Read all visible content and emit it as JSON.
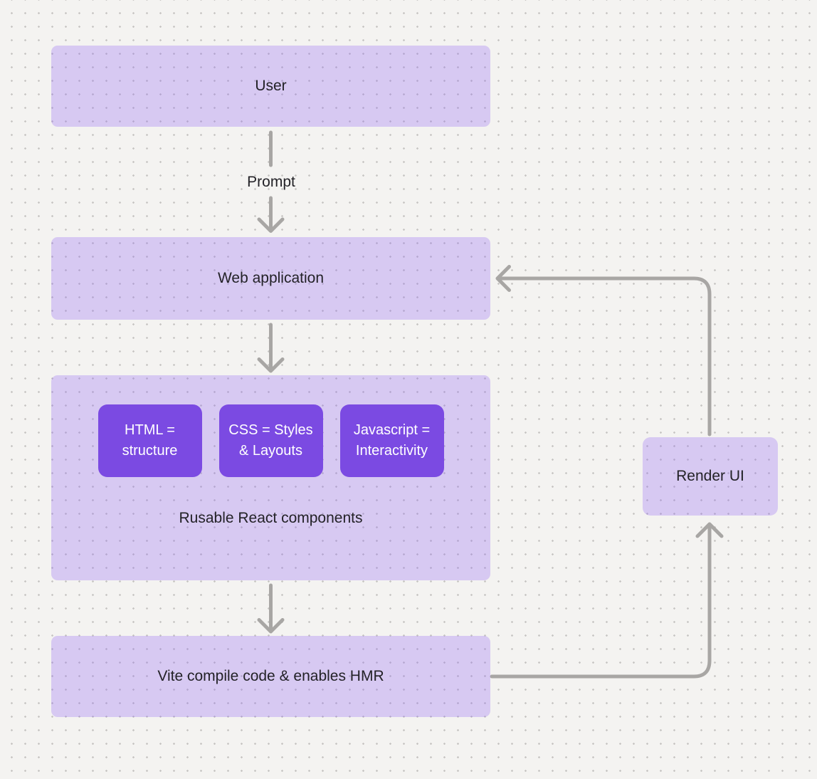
{
  "colors": {
    "background": "#f4f3f1",
    "grid_dot": "#c8c6c4",
    "node_fill": "#d8cbf4",
    "node_text": "#232227",
    "accent_fill": "#7b4ae2",
    "accent_text": "#ffffff",
    "connector": "#a8a6a4"
  },
  "nodes": {
    "user": {
      "label": "User"
    },
    "web_application": {
      "label": "Web application"
    },
    "components_group": {
      "label": "Rusable React components"
    },
    "html": {
      "label": "HTML =\nstructure"
    },
    "css": {
      "label": "CSS = Styles\n& Layouts"
    },
    "javascript": {
      "label": "Javascript =\nInteractivity"
    },
    "vite": {
      "label": "Vite compile code & enables HMR"
    },
    "render_ui": {
      "label": "Render UI"
    }
  },
  "edge_labels": {
    "prompt": "Prompt"
  }
}
